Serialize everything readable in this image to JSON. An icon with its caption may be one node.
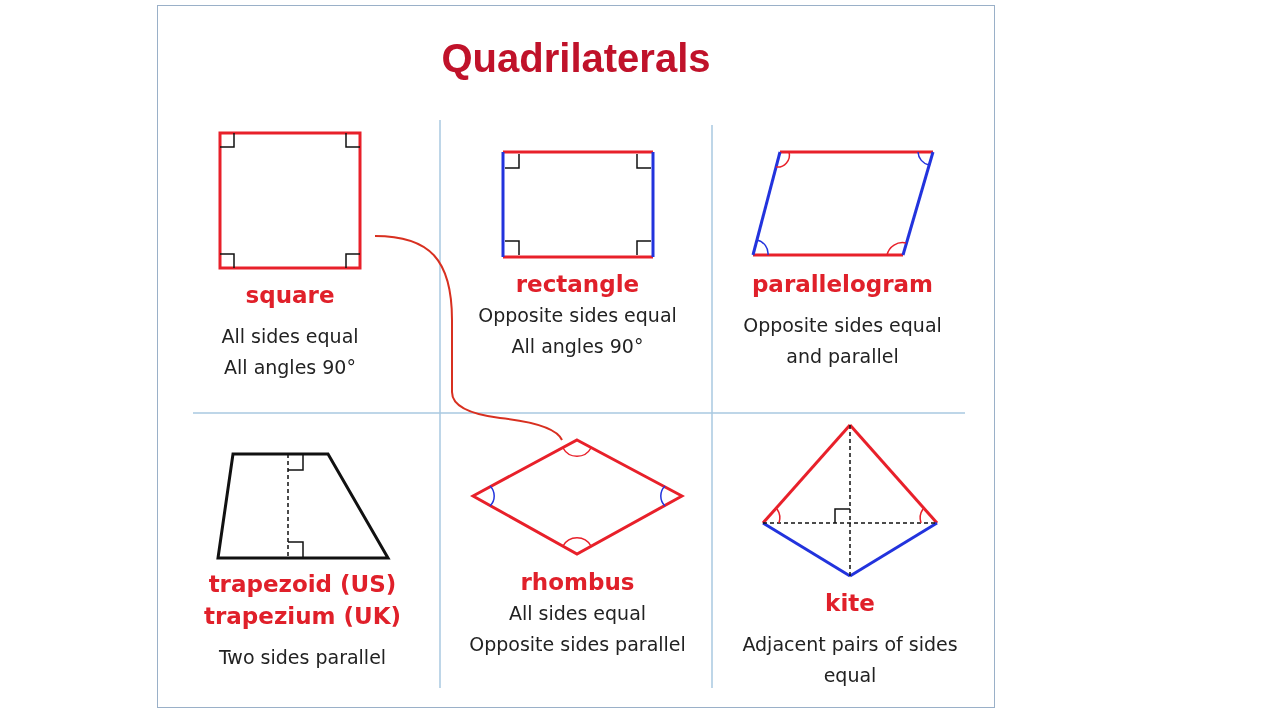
{
  "diagram": {
    "title": "Quadrilaterals",
    "nodes": [
      {
        "text": [
          "square",
          "All sides equal",
          "All angles 90°"
        ]
      },
      {
        "text": [
          "rectangle",
          "Opposite sides equal",
          "All angles 90°"
        ]
      },
      {
        "text": [
          "parallelogram",
          "Opposite sides equal and parallel"
        ]
      },
      {
        "text": [
          "trapezoid (US)",
          "trapezium (UK)",
          "Two sides parallel"
        ]
      },
      {
        "text": [
          "rhombus",
          "All sides equal",
          "Opposite sides parallel"
        ]
      },
      {
        "text": [
          "kite",
          "Adjacent pairs of sides equal"
        ]
      }
    ],
    "edges": [
      {
        "from": 0,
        "to": 4,
        "arrow": "none"
      }
    ]
  }
}
